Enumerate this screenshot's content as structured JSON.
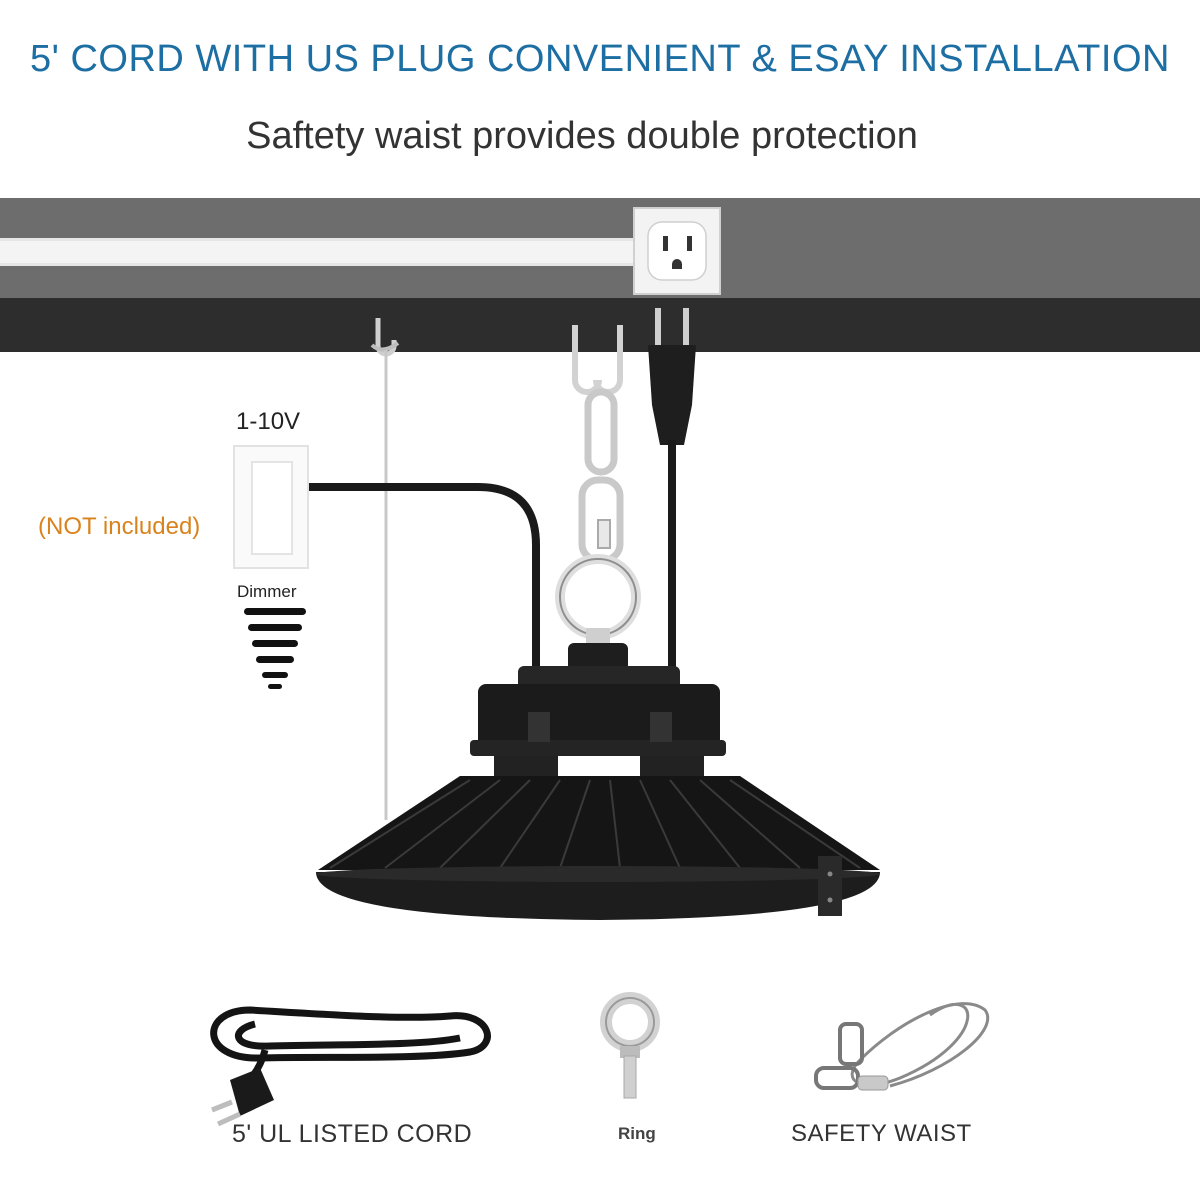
{
  "headline": "5' CORD WITH US PLUG CONVENIENT & ESAY INSTALLATION",
  "subheadline": "Saftety waist provides double protection",
  "dimmer": {
    "voltage": "1-10V",
    "note": "(NOT included)",
    "label": "Dimmer"
  },
  "accessories": [
    {
      "label": "5' UL LISTED CORD",
      "icon": "power-cord-icon"
    },
    {
      "label": "Ring",
      "icon": "eye-ring-icon"
    },
    {
      "label": "SAFETY WAIST",
      "icon": "safety-cable-icon"
    }
  ],
  "colors": {
    "headline": "#1c6ea3",
    "note": "#d9831f",
    "lamp_body": "#1e1e1e",
    "ceiling": "#6e6e6e"
  }
}
